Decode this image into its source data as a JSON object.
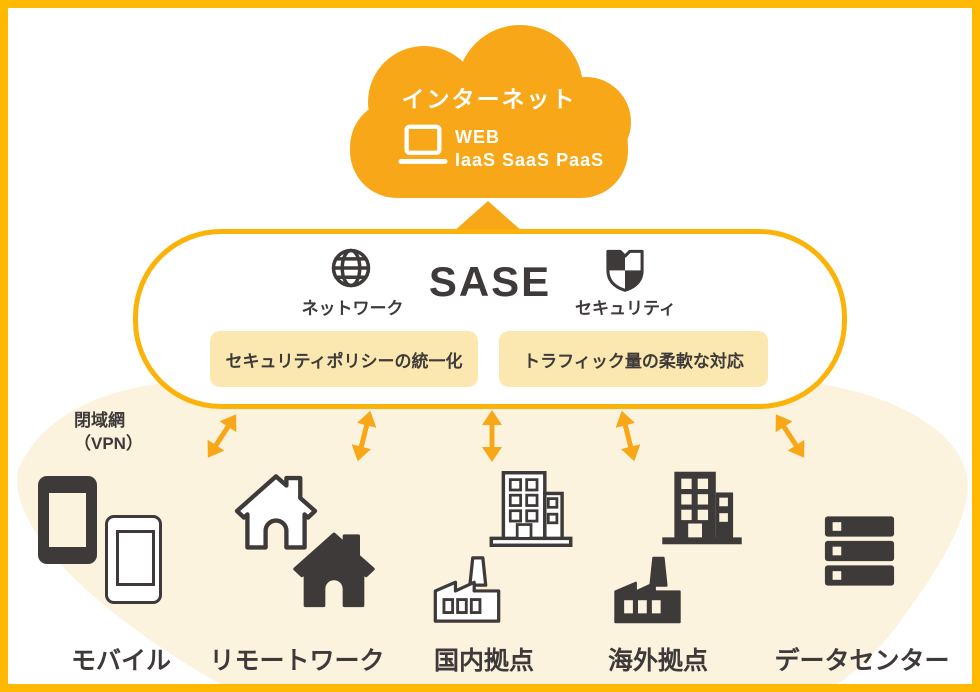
{
  "colors": {
    "frame_border": "#FFB900",
    "cloud_orange": "#F8A718",
    "sase_border_gold": "#FBB30A",
    "pill_bg": "#FBE7B0",
    "vpn_area_cream": "#FCF3DE",
    "dark_text": "#3E3A39"
  },
  "cloud": {
    "title": "インターネット",
    "services_line1": "WEB",
    "services_line2": "IaaS SaaS PaaS",
    "icon": "laptop-icon"
  },
  "sase": {
    "title": "SASE",
    "network_label": "ネットワーク",
    "network_icon": "globe-network-icon",
    "security_label": "セキュリティ",
    "security_icon": "shield-security-icon",
    "pills": [
      {
        "label": "セキュリティポリシーの統一化"
      },
      {
        "label": "トラフィック量の柔軟な対応"
      }
    ]
  },
  "vpn": {
    "line1": "閉域網",
    "line2": "（VPN）"
  },
  "connector": {
    "cloud_link_icon": "triangle-connector",
    "arrow_icon": "double-headed-arrow-icon",
    "arrow_count": 5
  },
  "endpoints": [
    {
      "id": "mobile",
      "label": "モバイル",
      "icons": [
        "smartphone-dark-icon",
        "smartphone-outline-icon"
      ]
    },
    {
      "id": "remote-work",
      "label": "リモートワーク",
      "icons": [
        "house-outline-icon",
        "house-dark-icon"
      ]
    },
    {
      "id": "domestic-sites",
      "label": "国内拠点",
      "icons": [
        "office-building-outline-icon",
        "factory-outline-icon"
      ]
    },
    {
      "id": "overseas-sites",
      "label": "海外拠点",
      "icons": [
        "office-building-dark-icon",
        "factory-dark-icon"
      ]
    },
    {
      "id": "data-center",
      "label": "データセンター",
      "icons": [
        "server-stack-icon"
      ]
    }
  ]
}
